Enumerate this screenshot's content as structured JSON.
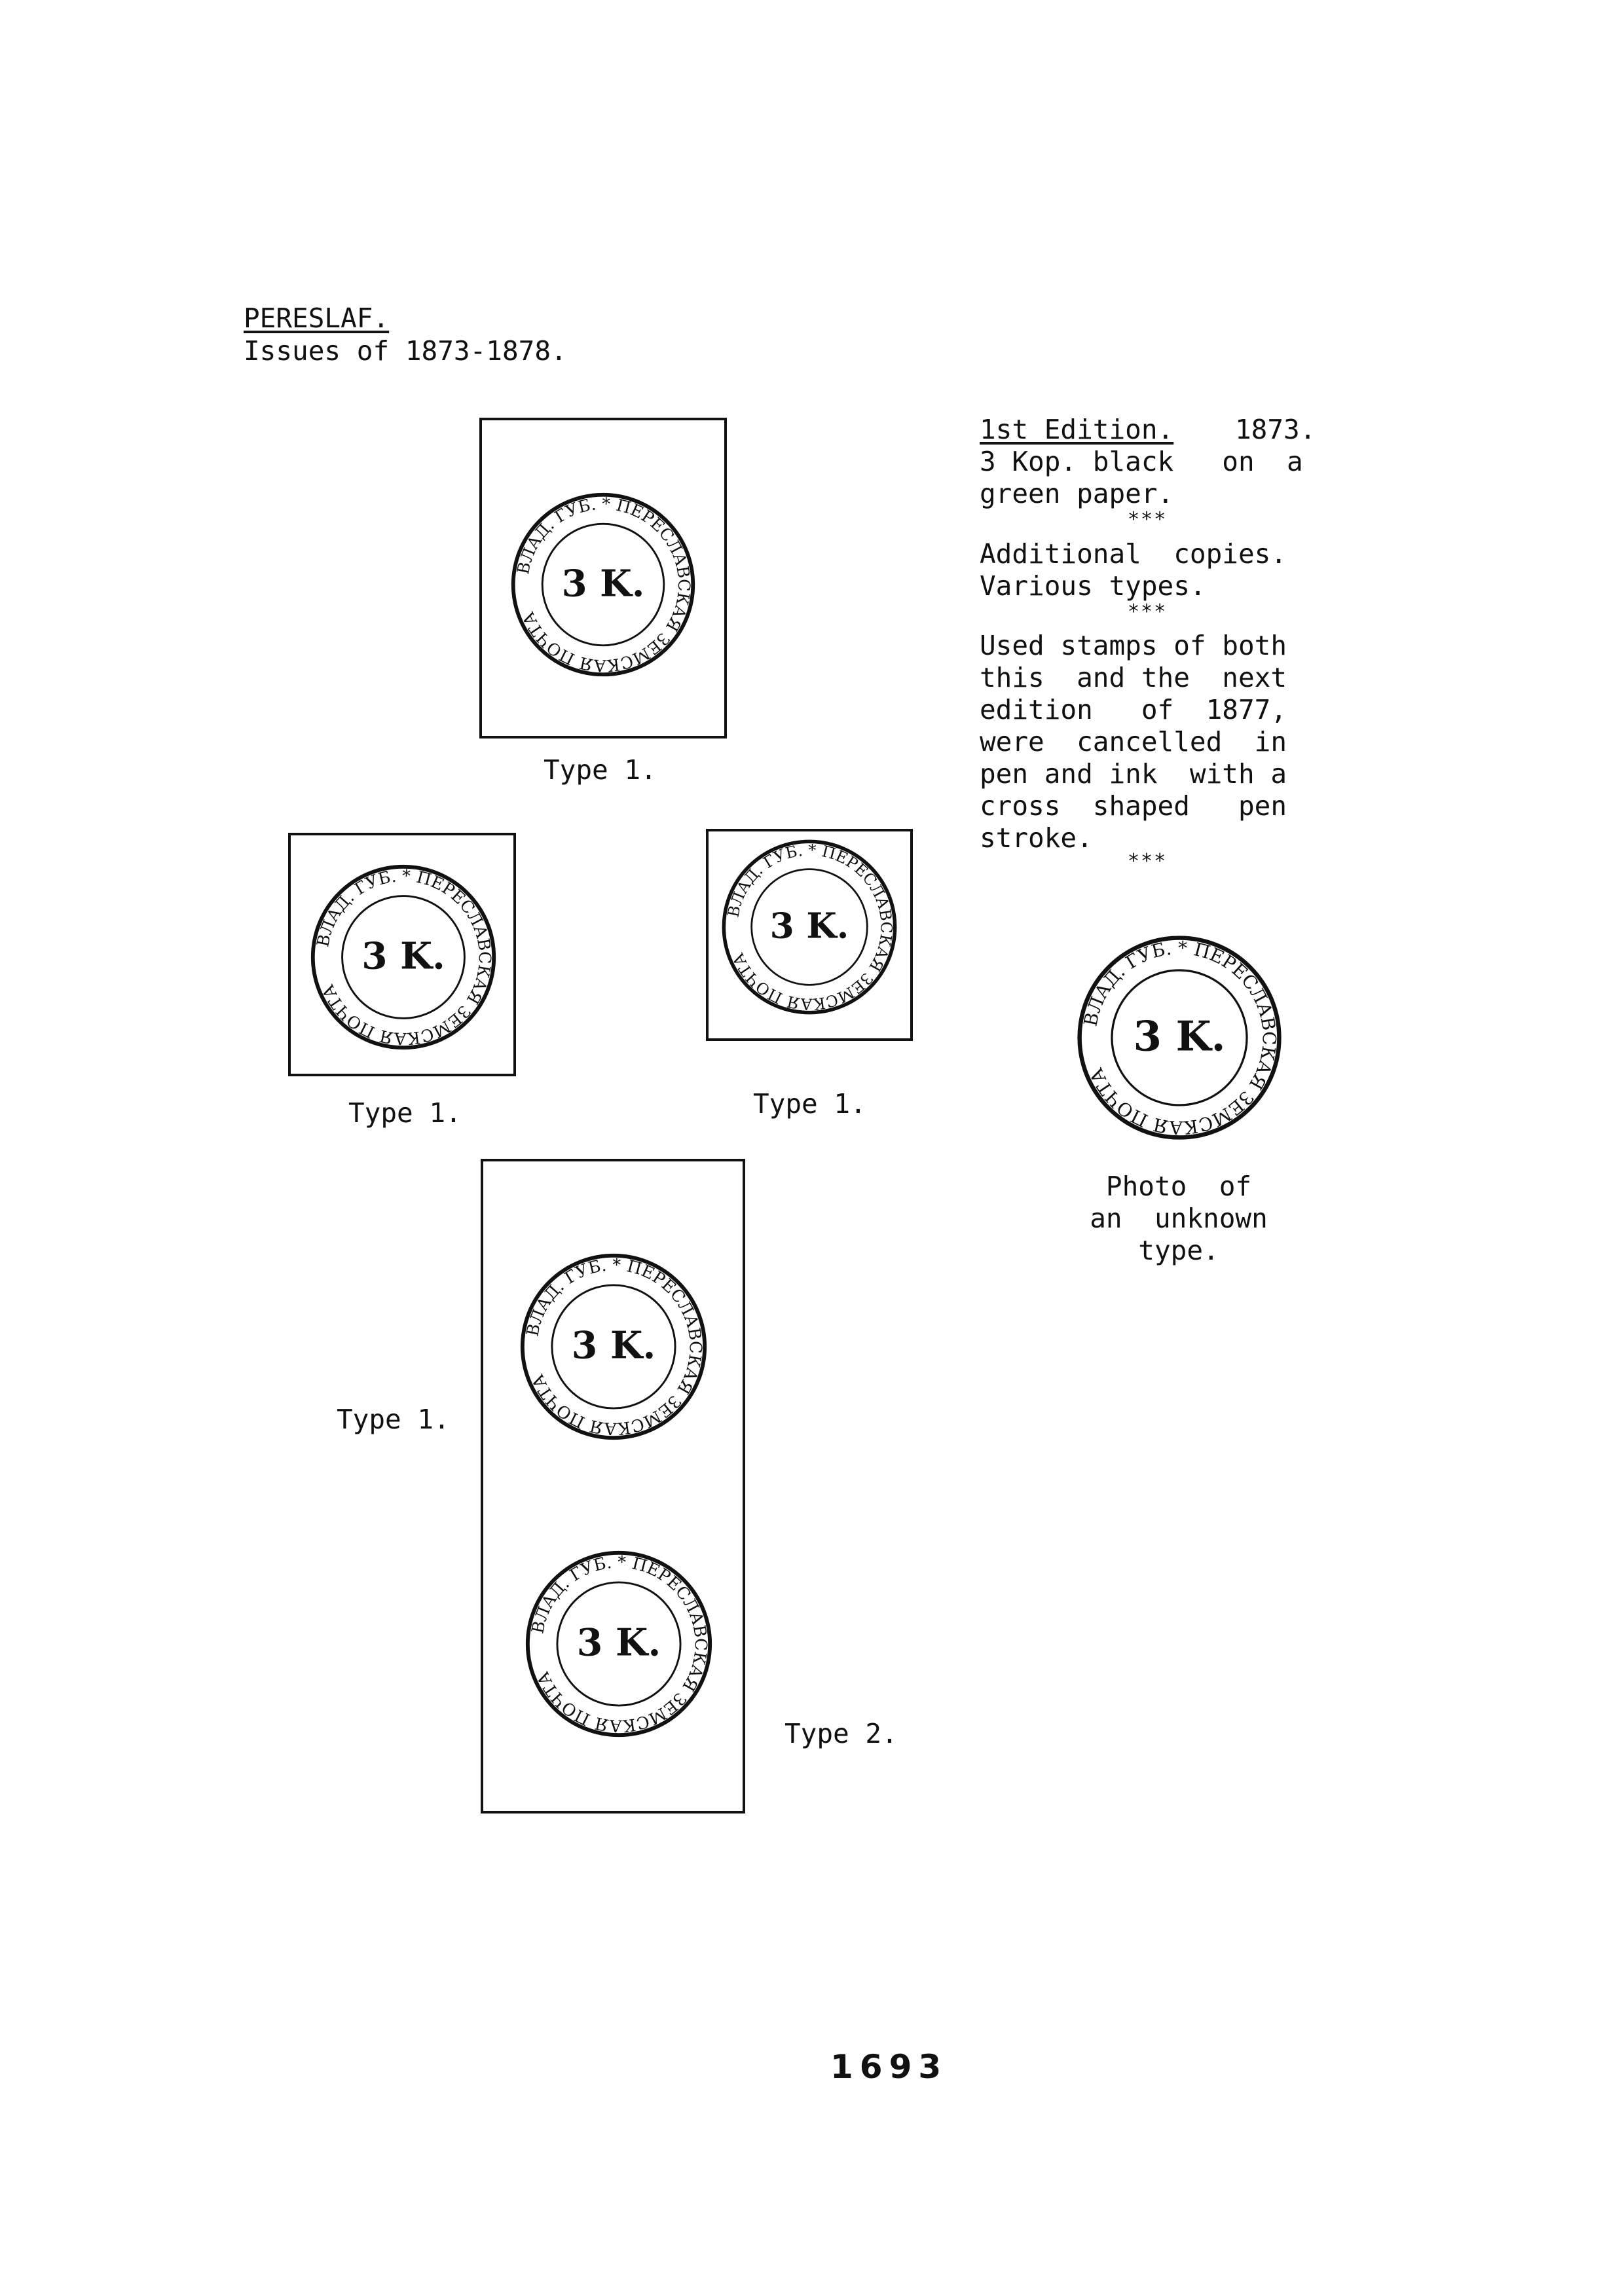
{
  "header": {
    "title": "PERESLAF.",
    "subtitle": "Issues of 1873-1878."
  },
  "info": {
    "edition_label": "1st Edition.",
    "edition_year": "1873.",
    "line2": "3 Kop. black   on  a",
    "line3": "green paper.",
    "sep1": "***",
    "line5": "Additional  copies.",
    "line6": "Various types.",
    "sep2": "***",
    "para": [
      "Used stamps of both",
      "this  and the  next",
      "edition   of  1877,",
      "were  cancelled  in",
      "pen and ink  with a",
      "cross  shaped   pen",
      "stroke."
    ],
    "sep3": "***"
  },
  "stamp_text": {
    "value": "3 K.",
    "ring_top": "ВЛАД. ГУБ. * ПЕРЕСЛАВСКАЯ",
    "ring_bottom": "ЗЕМСКАЯ ПОЧТА"
  },
  "captions": {
    "top": "Type 1.",
    "mid_left": "Type 1.",
    "mid_right": "Type 1.",
    "pair_left": "Type 1.",
    "pair_right": "Type 2.",
    "photo": [
      "Photo  of",
      "an  unknown",
      "type."
    ]
  },
  "page_number": "1693"
}
